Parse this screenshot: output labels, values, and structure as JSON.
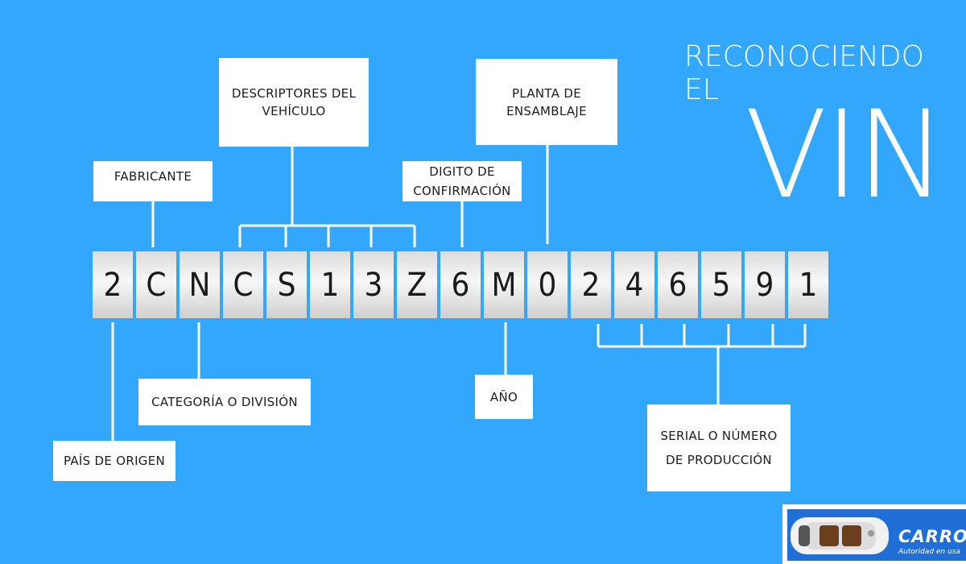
{
  "title": {
    "line1": "RECONOCIENDO EL",
    "line2": "VIN"
  },
  "vin": [
    "2",
    "C",
    "N",
    "C",
    "S",
    "1",
    "3",
    "Z",
    "6",
    "M",
    "0",
    "2",
    "4",
    "6",
    "5",
    "9",
    "1"
  ],
  "labels": {
    "descriptores_l1": "DESCRIPTORES DEL",
    "descriptores_l2": "VEHÍCULO",
    "planta_l1": "PLANTA DE",
    "planta_l2": "ENSAMBLAJE",
    "fabricante": "FABRICANTE",
    "digito_l1": "DIGITO DE",
    "digito_l2": "CONFIRMACIÓN",
    "categoria": "CATEGORÍA O DIVISIÓN",
    "anio": "AÑO",
    "serial_l1": "SERIAL O NÚMERO",
    "serial_l2": "DE PRODUCCIÓN",
    "pais": "PAÍS DE ORIGEN"
  },
  "logo": {
    "brand": "CARROS O",
    "tagline": "Autoridad en usa"
  },
  "colors": {
    "background": "#33a7fc",
    "box": "#ffffff",
    "text": "#1c1c1c"
  }
}
